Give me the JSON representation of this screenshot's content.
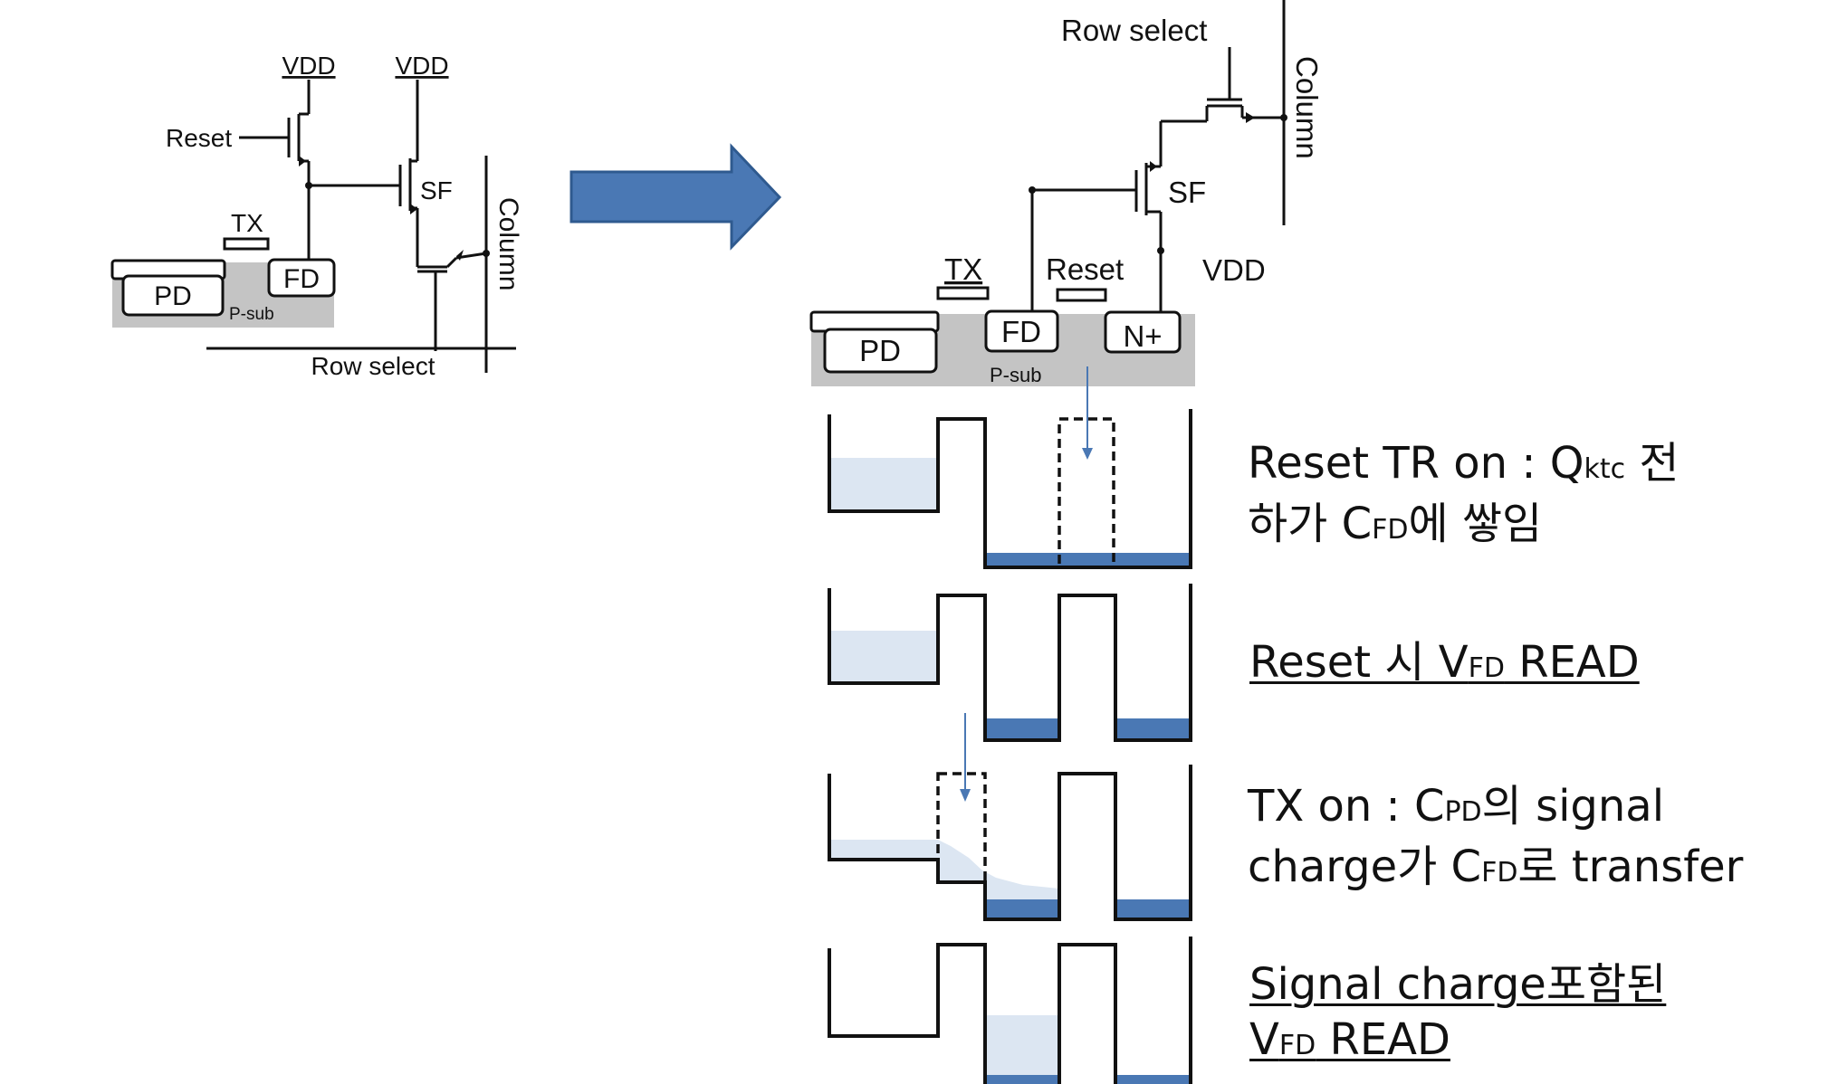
{
  "left_circuit": {
    "vdd_reset": "VDD",
    "vdd_sf": "VDD",
    "reset": "Reset",
    "tx": "TX",
    "sf": "SF",
    "pd": "PD",
    "fd": "FD",
    "psub": "P-sub",
    "column": "Column",
    "row_select": "Row select"
  },
  "right_circuit": {
    "row_select": "Row select",
    "column": "Column",
    "sf": "SF",
    "tx": "TX",
    "reset": "Reset",
    "vdd": "VDD",
    "pd": "PD",
    "fd": "FD",
    "nplus": "N+",
    "psub": "P-sub"
  },
  "steps": [
    {
      "line1": [
        "Reset TR on : Q",
        "ktc",
        " 전"
      ],
      "line2": [
        "하가 C",
        "FD",
        "에 쌓임"
      ],
      "underline": false
    },
    {
      "line1": [
        "Reset 시 V",
        "FD",
        " READ"
      ],
      "line2": [
        "",
        "",
        ""
      ],
      "underline": true
    },
    {
      "line1": [
        "TX on : C",
        "PD",
        "의 signal"
      ],
      "line2": [
        "charge가 C",
        "FD",
        "로 transfer"
      ],
      "underline": false
    },
    {
      "line1": [
        "Signal charge포함된",
        "",
        ""
      ],
      "line2": [
        "V",
        "FD",
        " READ"
      ],
      "underline": true
    }
  ],
  "colors": {
    "arrow_fill": "#4a78b4",
    "arrow_stroke": "#2f5a8f",
    "charge_light": "#dce6f2",
    "charge_dark": "#4a78b4",
    "substrate": "#c4c4c4",
    "line": "#111111"
  }
}
